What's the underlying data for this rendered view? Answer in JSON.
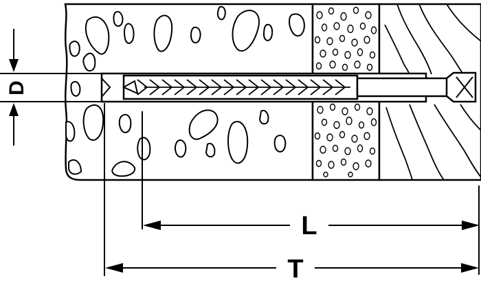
{
  "labels": {
    "diameter": "D",
    "length": "L",
    "total_depth": "T"
  },
  "colors": {
    "stroke": "#000000",
    "background": "#ffffff"
  },
  "layers": [
    "concrete",
    "insulation",
    "wood"
  ]
}
